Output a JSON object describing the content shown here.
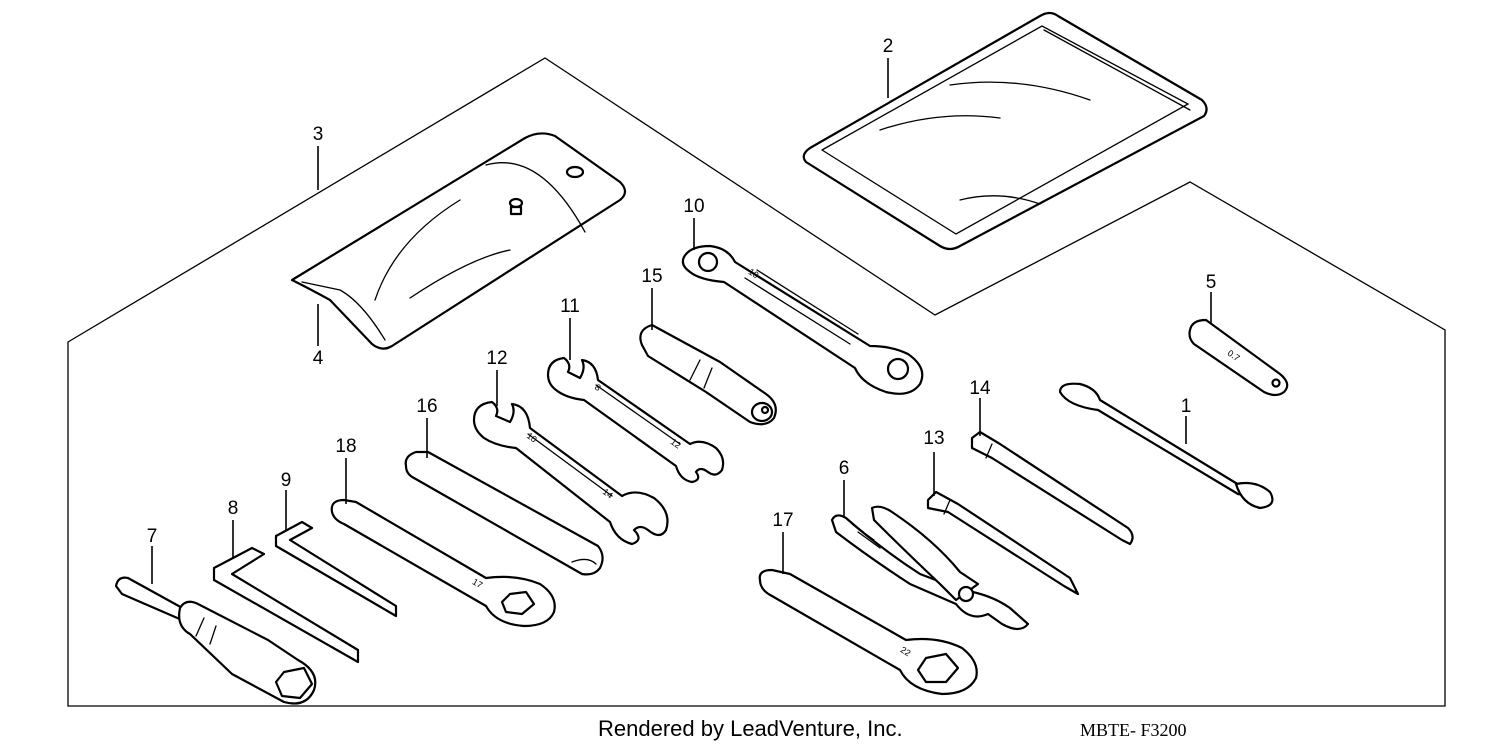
{
  "callouts": {
    "c1": "1",
    "c2": "2",
    "c3": "3",
    "c4": "4",
    "c5": "5",
    "c6": "6",
    "c7": "7",
    "c8": "8",
    "c9": "9",
    "c10": "10",
    "c11": "11",
    "c12": "12",
    "c13": "13",
    "c14": "14",
    "c15": "15",
    "c16": "16",
    "c17": "17",
    "c18": "18"
  },
  "stamps": {
    "wrench10": "10",
    "wrench11": "8",
    "wrench11_end": "12",
    "wrench12": "10",
    "wrench12_end": "14",
    "wrench18": "17",
    "wrench17": "22",
    "tool5": "0.7"
  },
  "footer": {
    "credit": "Rendered by LeadVenture, Inc.",
    "code": "MBTE- F3200"
  }
}
